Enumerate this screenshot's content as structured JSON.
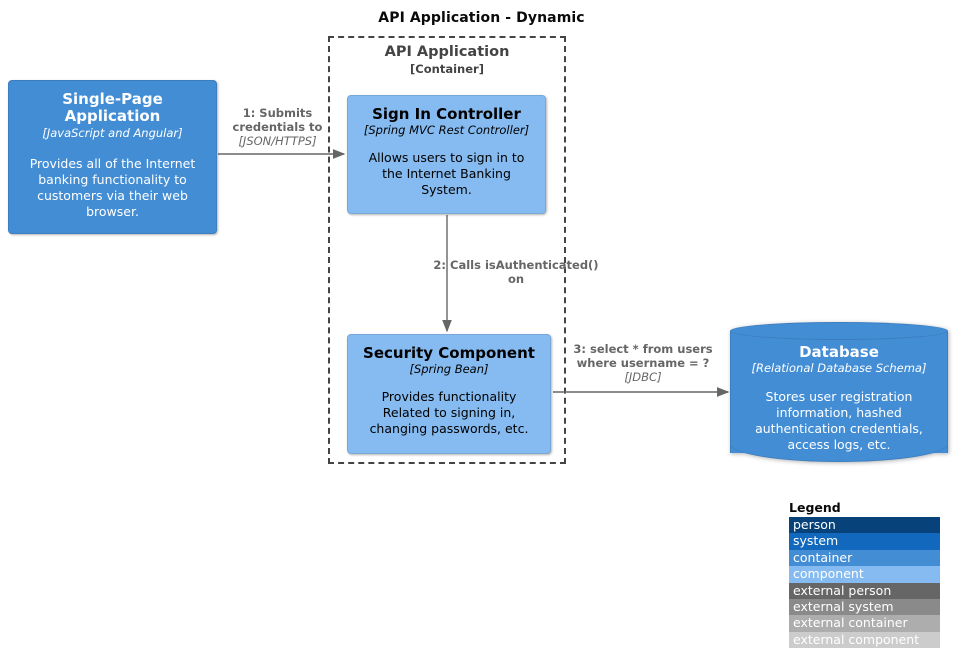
{
  "diagram": {
    "title": "API Application - Dynamic",
    "type": "c4-dynamic-diagram"
  },
  "boundary": {
    "name": "API Application",
    "type": "[Container]"
  },
  "nodes": [
    {
      "id": "spa",
      "name": "Single-Page Application",
      "technology": "[JavaScript and Angular]",
      "description": "Provides all of the Internet banking functionality to customers via their web browser.",
      "kind": "container",
      "color": "#438DD5",
      "text_color": "#FFFFFF",
      "shape": "box"
    },
    {
      "id": "signin",
      "name": "Sign In Controller",
      "technology": "[Spring MVC Rest Controller]",
      "description": "Allows users to sign in to the Internet Banking System.",
      "kind": "component",
      "color": "#85BBF0",
      "text_color": "#000000",
      "shape": "box"
    },
    {
      "id": "security",
      "name": "Security Component",
      "technology": "[Spring Bean]",
      "description": "Provides functionality Related to signing in, changing passwords, etc.",
      "kind": "component",
      "color": "#85BBF0",
      "text_color": "#000000",
      "shape": "box"
    },
    {
      "id": "database",
      "name": "Database",
      "technology": "[Relational Database Schema]",
      "description": "Stores user registration information, hashed authentication credentials, access logs, etc.",
      "kind": "container",
      "color": "#438DD5",
      "text_color": "#FFFFFF",
      "shape": "cylinder"
    }
  ],
  "relationships": [
    {
      "id": "rel1",
      "order": "1",
      "description": "1: Submits credentials to",
      "technology": "[JSON/HTTPS]",
      "from": "spa",
      "to": "signin",
      "direction": "horizontal-right"
    },
    {
      "id": "rel2",
      "order": "2",
      "description": "2: Calls isAuthenticated() on",
      "technology": "",
      "from": "signin",
      "to": "security",
      "direction": "vertical-down"
    },
    {
      "id": "rel3",
      "order": "3",
      "description": "3: select * from users where username = ?",
      "technology": "[JDBC]",
      "from": "security",
      "to": "database",
      "direction": "horizontal-right"
    }
  ],
  "legend": {
    "title": "Legend",
    "items": [
      {
        "label": "person",
        "color": "#08427B",
        "text_color": "#FFFFFF"
      },
      {
        "label": "system",
        "color": "#1168BD",
        "text_color": "#FFFFFF"
      },
      {
        "label": "container",
        "color": "#438DD5",
        "text_color": "#FFFFFF"
      },
      {
        "label": "component",
        "color": "#85BBF0",
        "text_color": "#FFFFFF"
      },
      {
        "label": "external person",
        "color": "#666666",
        "text_color": "#FFFFFF"
      },
      {
        "label": "external system",
        "color": "#8A8A8A",
        "text_color": "#FFFFFF"
      },
      {
        "label": "external container",
        "color": "#ADADAD",
        "text_color": "#FFFFFF"
      },
      {
        "label": "external component",
        "color": "#CCCCCC",
        "text_color": "#FFFFFF"
      }
    ]
  }
}
